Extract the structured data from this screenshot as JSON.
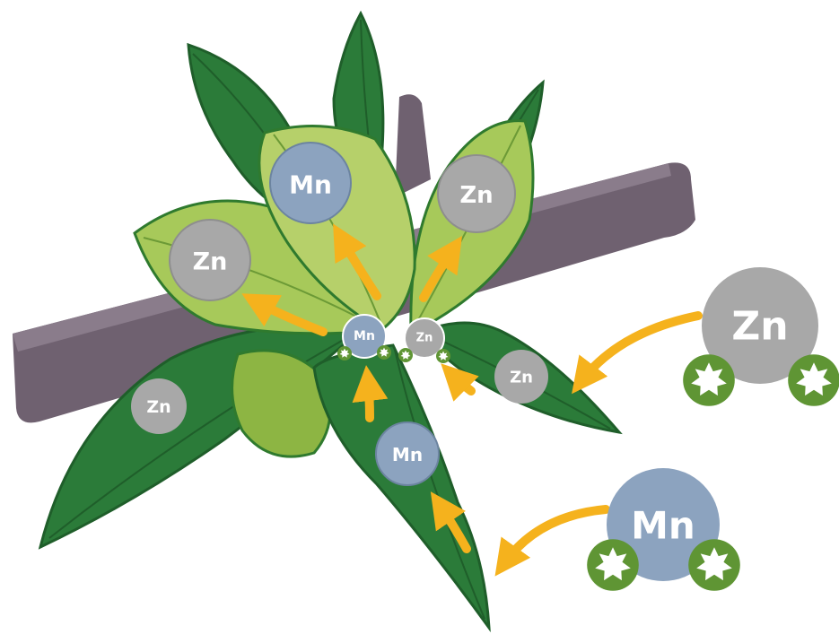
{
  "labels": {
    "zn_big": "Zn",
    "mn_big": "Mn",
    "mn_petal": "Mn",
    "zn_right_petal": "Zn",
    "zn_left_petal": "Zn",
    "mn_center": "Mn",
    "zn_center": "Zn",
    "zn_leaf_right": "Zn",
    "zn_leaf_left": "Zn",
    "mn_leaf_bottom": "Mn"
  },
  "colors": {
    "zn_ion": "#a8a8a8",
    "mn_ion": "#8ca3bf",
    "arrow": "#f5b21d",
    "leaf_dark": "#2b7b39",
    "leaf_light": "#9cc152",
    "stem": "#6f6170",
    "carrier": "#5f9534"
  }
}
